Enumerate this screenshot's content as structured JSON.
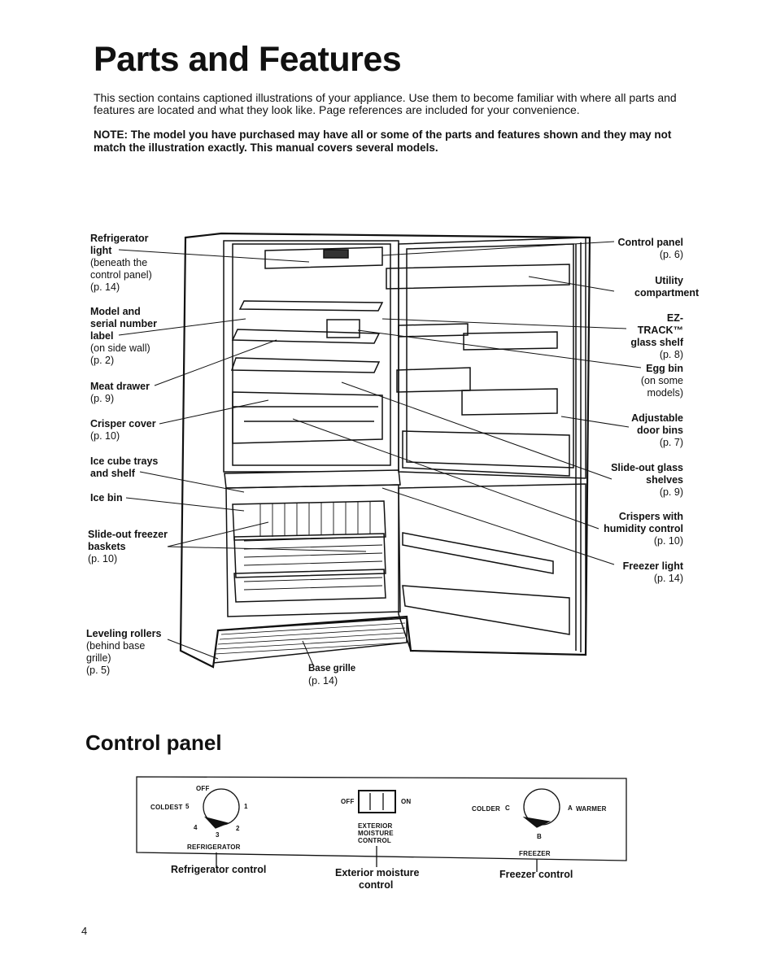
{
  "heading": "Parts and Features",
  "intro": "This section contains captioned illustrations of your appliance. Use them to become familiar with where all parts and features are located and what they look like. Page references are included for your convenience.",
  "note": "NOTE: The model you have purchased may have all or some of the parts and features shown and they may not match the illustration exactly. This manual covers several models.",
  "labels_left": [
    {
      "title": "Refrigerator light",
      "sub": "(beneath the control panel)",
      "page": "(p. 14)"
    },
    {
      "title": "Model and serial number label",
      "sub": "(on side wall)",
      "page": "(p. 2)"
    },
    {
      "title": "Meat drawer",
      "sub": "",
      "page": "(p. 9)"
    },
    {
      "title": "Crisper cover",
      "sub": "",
      "page": "(p. 10)"
    },
    {
      "title": "Ice cube trays and shelf",
      "sub": "",
      "page": ""
    },
    {
      "title": "Ice bin",
      "sub": "",
      "page": ""
    },
    {
      "title": "Slide-out freezer baskets",
      "sub": "",
      "page": "(p. 10)"
    },
    {
      "title": "Leveling rollers",
      "sub": "(behind base grille)",
      "page": "(p. 5)"
    }
  ],
  "labels_right": [
    {
      "title": "Control panel",
      "sub": "",
      "page": "(p. 6)"
    },
    {
      "title": "Utility compartment",
      "sub": "",
      "page": ""
    },
    {
      "title": "EZ-TRACK™ glass shelf",
      "sub": "",
      "page": "(p. 8)"
    },
    {
      "title": "Egg bin",
      "sub": "(on some models)",
      "page": ""
    },
    {
      "title": "Adjustable door bins",
      "sub": "",
      "page": "(p. 7)"
    },
    {
      "title": "Slide-out glass shelves",
      "sub": "",
      "page": "(p. 9)"
    },
    {
      "title": "Crispers with humidity control",
      "sub": "",
      "page": "(p. 10)"
    },
    {
      "title": "Freezer light",
      "sub": "",
      "page": "(p. 14)"
    }
  ],
  "base_grille": {
    "title": "Base grille",
    "page": "(p. 14)"
  },
  "control_panel": {
    "heading": "Control panel",
    "refrigerator": {
      "off": "OFF",
      "coldest": "COLDEST",
      "n5": "5",
      "n4": "4",
      "n3": "3",
      "n2": "2",
      "n1": "1",
      "label": "REFRIGERATOR",
      "caption": "Refrigerator control"
    },
    "moisture": {
      "off": "OFF",
      "on": "ON",
      "label1": "EXTERIOR",
      "label2": "MOISTURE",
      "label3": "CONTROL",
      "caption1": "Exterior moisture",
      "caption2": "control"
    },
    "freezer": {
      "colder": "COLDER",
      "c": "C",
      "a": "A",
      "warmer": "WARMER",
      "b": "B",
      "label": "FREEZER",
      "caption": "Freezer control"
    }
  },
  "page_number": "4"
}
